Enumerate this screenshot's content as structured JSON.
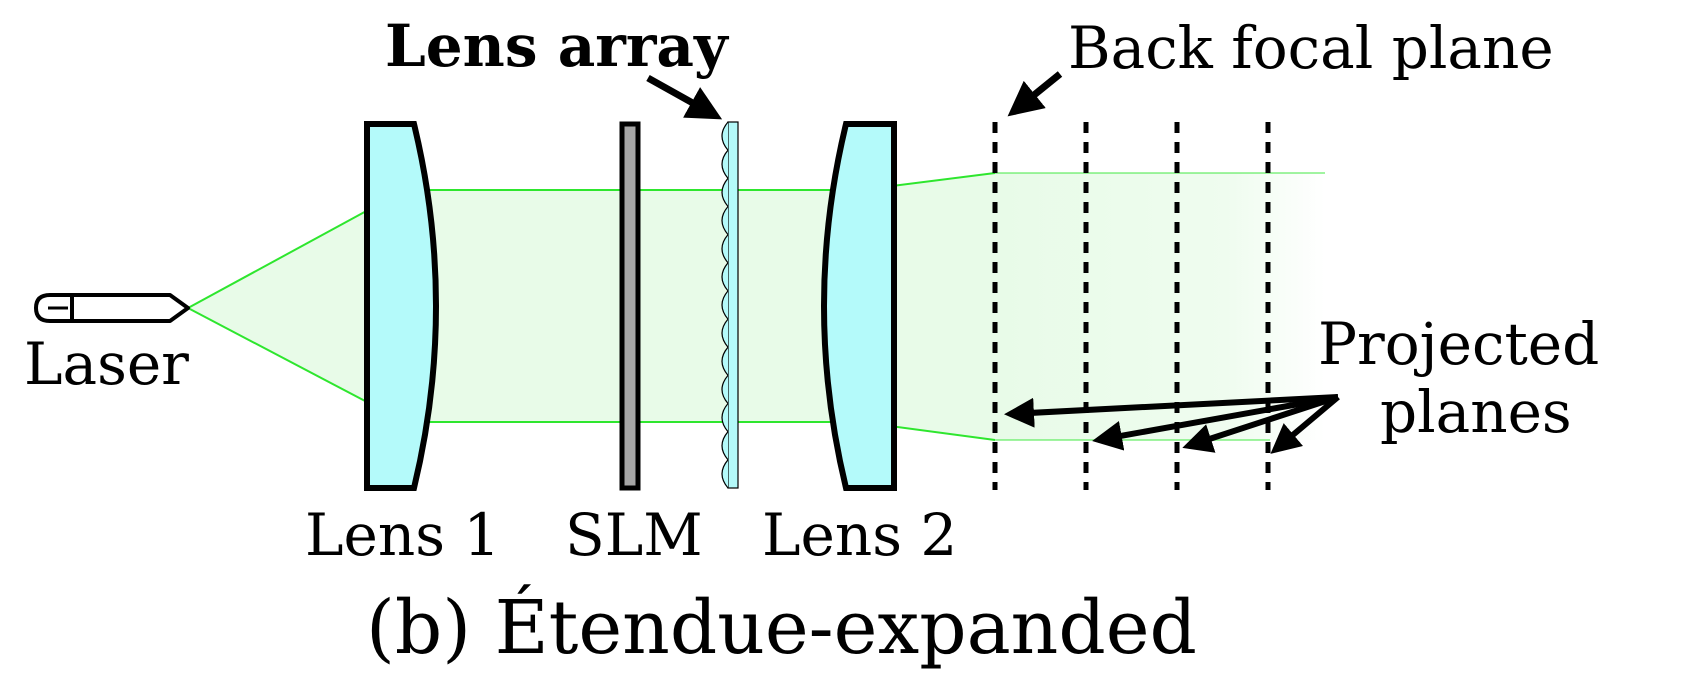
{
  "labels": {
    "lens_array": "Lens array",
    "back_focal_plane": "Back focal plane",
    "laser": "Laser",
    "projected_line1": "Projected",
    "projected_line2": "planes",
    "lens1": "Lens 1",
    "slm": "SLM",
    "lens2": "Lens 2",
    "caption": "(b) Étendue-expanded"
  },
  "colors": {
    "lens_fill": "#b4fafa",
    "beam_fill": "#e8fbe8",
    "beam_edge": "#2ee62e",
    "slm_fill": "#a6a6a6",
    "outline": "#000000"
  }
}
